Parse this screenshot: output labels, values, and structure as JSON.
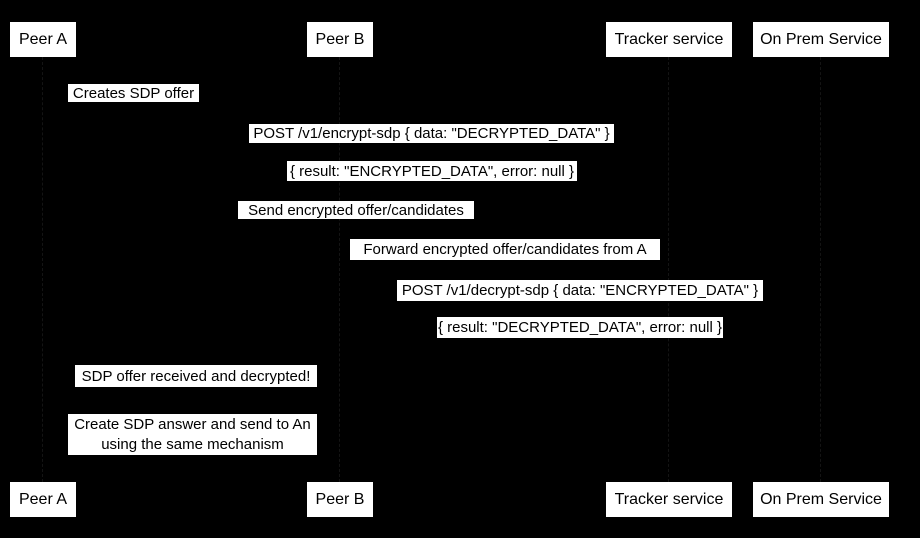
{
  "diagram_type": "sequence-diagram",
  "colors": {
    "background": "#000000",
    "label_background": "#ffffff",
    "label_text": "#000000"
  },
  "actors": [
    {
      "label": "Peer A"
    },
    {
      "label": "Peer B"
    },
    {
      "label": "Tracker service"
    },
    {
      "label": "On Prem Service"
    }
  ],
  "messages": [
    "Creates SDP offer",
    "POST /v1/encrypt-sdp { data: \"DECRYPTED_DATA\" }",
    "{ result: \"ENCRYPTED_DATA\", error: null }",
    "Send encrypted offer/candidates",
    "Forward encrypted offer/candidates from A",
    "POST /v1/decrypt-sdp { data: \"ENCRYPTED_DATA\" }",
    "{ result: \"DECRYPTED_DATA\", error: null }",
    "SDP offer received and decrypted!"
  ],
  "note": {
    "line1": "Create SDP answer and send to An",
    "line2": "using the same mechanism"
  }
}
